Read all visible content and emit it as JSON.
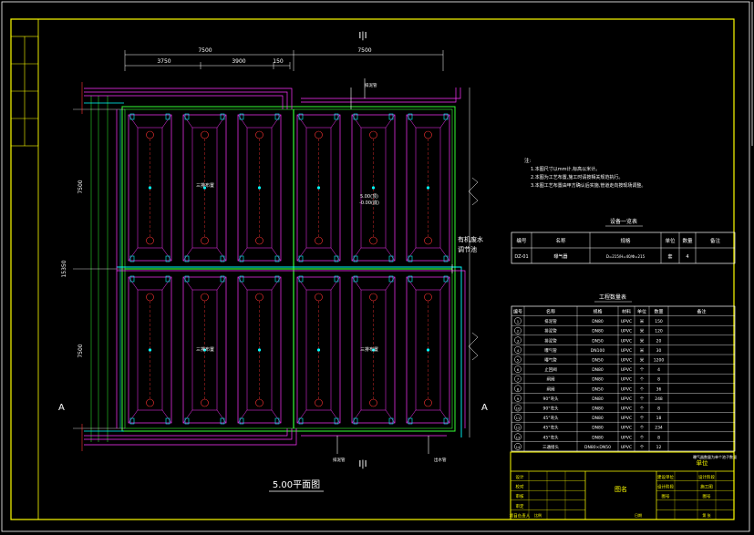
{
  "drawing": {
    "plan_title": "5.00平面图",
    "axis_top": "Ⅰ|Ⅰ",
    "axis_bottom": "Ⅰ|Ⅰ",
    "axis_left": "A",
    "axis_right": "A",
    "dim_top_left": "7500",
    "dim_top_right": "7500",
    "dim_sub_1": "3750",
    "dim_sub_2": "3900",
    "dim_sub_3": "150",
    "dim_left_top": "7500",
    "dim_left_total": "15350",
    "dim_left_bottom": "7500",
    "elev_mid": "5.00(顶)",
    "elev_mid2": "-0.00(底)",
    "cell_label_1": "三排布置",
    "cell_label_2": "三排布置",
    "cell_label_3": "三排布置",
    "side_note_1": "有机废水",
    "side_note_2": "调节池",
    "pipe_label_top": "排泥管",
    "pipe_label_bot": "排泥管",
    "pipe_label_right": "出水管"
  },
  "notes": {
    "title": "注:",
    "lines": [
      "1.本图尺寸以mm计,标高以米计。",
      "2.本图为工艺布置,施工时请按相关规范执行。",
      "3.本图工艺布置由甲方确认后实施,管道走向按现场调整。"
    ]
  },
  "equipment_table": {
    "title": "设备一览表",
    "headers": [
      "编号",
      "名称",
      "规格",
      "单位",
      "数量",
      "备注"
    ],
    "rows": [
      [
        "DZ-01",
        "曝气器",
        "D=215/H=40/Φ=215",
        "套",
        "4",
        ""
      ]
    ]
  },
  "materials_table": {
    "title": "工程数量表",
    "headers": [
      "编号",
      "名称",
      "规格",
      "材料",
      "单位",
      "数量",
      "备注"
    ],
    "rows": [
      [
        "1",
        "排泥管",
        "DN80",
        "UPVC",
        "米",
        "150",
        ""
      ],
      [
        "2",
        "排泥管",
        "DN80",
        "UPVC",
        "米",
        "120",
        ""
      ],
      [
        "3",
        "排泥管",
        "DN50",
        "UPVC",
        "米",
        "20",
        ""
      ],
      [
        "4",
        "曝气管",
        "DN100",
        "UPVC",
        "米",
        "30",
        ""
      ],
      [
        "5",
        "曝气管",
        "DN50",
        "UPVC",
        "米",
        "1200",
        ""
      ],
      [
        "6",
        "止回阀",
        "DN80",
        "UPVC",
        "个",
        "4",
        ""
      ],
      [
        "7",
        "闸阀",
        "DN80",
        "UPVC",
        "个",
        "8",
        ""
      ],
      [
        "8",
        "闸阀",
        "DN50",
        "UPVC",
        "个",
        "36",
        ""
      ],
      [
        "9",
        "90°弯头",
        "DN80",
        "UPVC",
        "个",
        "248",
        ""
      ],
      [
        "10",
        "90°弯头",
        "DN80",
        "UPVC",
        "个",
        "8",
        ""
      ],
      [
        "11",
        "45°弯头",
        "DN80",
        "UPVC",
        "个",
        "18",
        ""
      ],
      [
        "12",
        "45°弯头",
        "DN80",
        "UPVC",
        "个",
        "234",
        ""
      ],
      [
        "13",
        "45°弯头",
        "DN80",
        "UPVC",
        "个",
        "8",
        ""
      ],
      [
        "14",
        "三通接头",
        "DN80×DN50",
        "UPVC",
        "个",
        "12",
        ""
      ]
    ],
    "footnote": "曝气器数量为单个池子数量"
  },
  "title_block": {
    "company": "单位",
    "drawing_name_label": "图名",
    "left_rows": [
      "设计",
      "校对",
      "审核",
      "审定",
      "项目负责人"
    ],
    "right_rows": [
      "建设单位",
      "设计阶段",
      "图号"
    ],
    "right_values": [
      "设计阶段",
      "施工图",
      "图号"
    ],
    "scale_label": "比例",
    "date_label": "日期",
    "sheet_label": "第 张"
  },
  "colors": {
    "frame": "#ffff00",
    "magenta": "#ff33ff",
    "cyan": "#00ffff",
    "green": "#33ff33",
    "red": "#ff3333",
    "white": "#ffffff",
    "yellow": "#ffff00"
  }
}
